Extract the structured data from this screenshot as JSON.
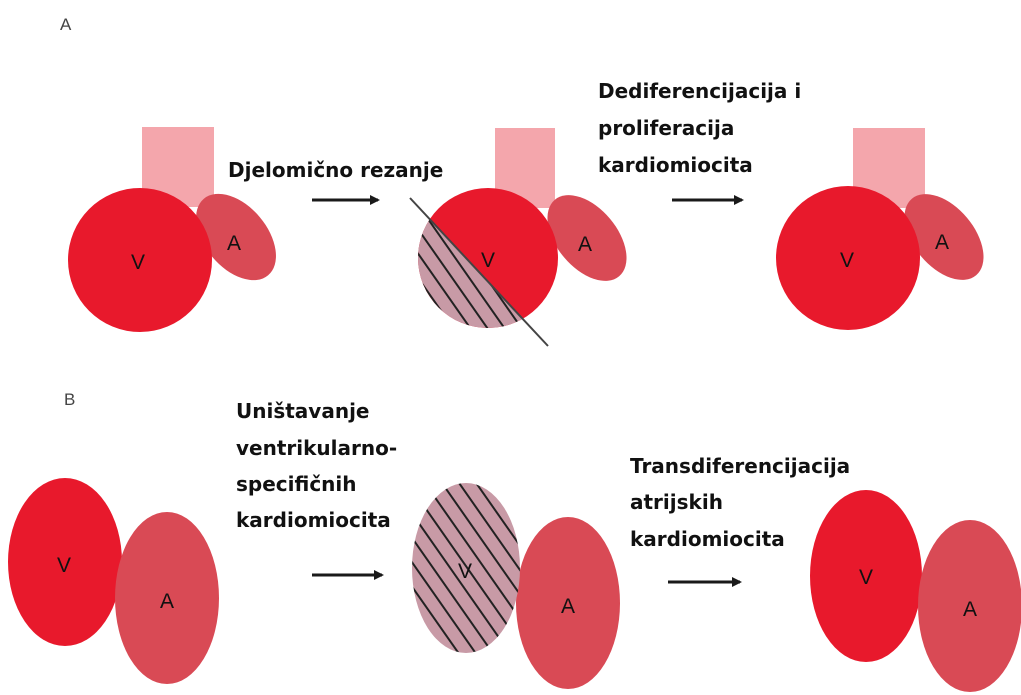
{
  "panel_a": {
    "label": "A",
    "step1_lines": [
      "Djelomično rezanje"
    ],
    "step2_lines": [
      "Dediferencijacija i",
      "proliferacija",
      "kardiomiocita"
    ],
    "ventricle_label": "V",
    "atrium_label": "A"
  },
  "panel_b": {
    "label": "B",
    "step1_lines": [
      "Uništavanje",
      "ventrikularno-",
      "specifičnih",
      "kardiomiocita"
    ],
    "step2_lines": [
      "Transdiferencijacija",
      "atrijskih",
      "kardiomiocita"
    ],
    "ventricle_label": "V",
    "atrium_label": "A"
  },
  "colors": {
    "ventricle": "#e8192c",
    "atrium": "#d94a55",
    "outflow": "#f4a6ac",
    "hatch_fill": "#c89aa6",
    "hatch_line": "#222222",
    "arrow": "#1a1a1a"
  }
}
